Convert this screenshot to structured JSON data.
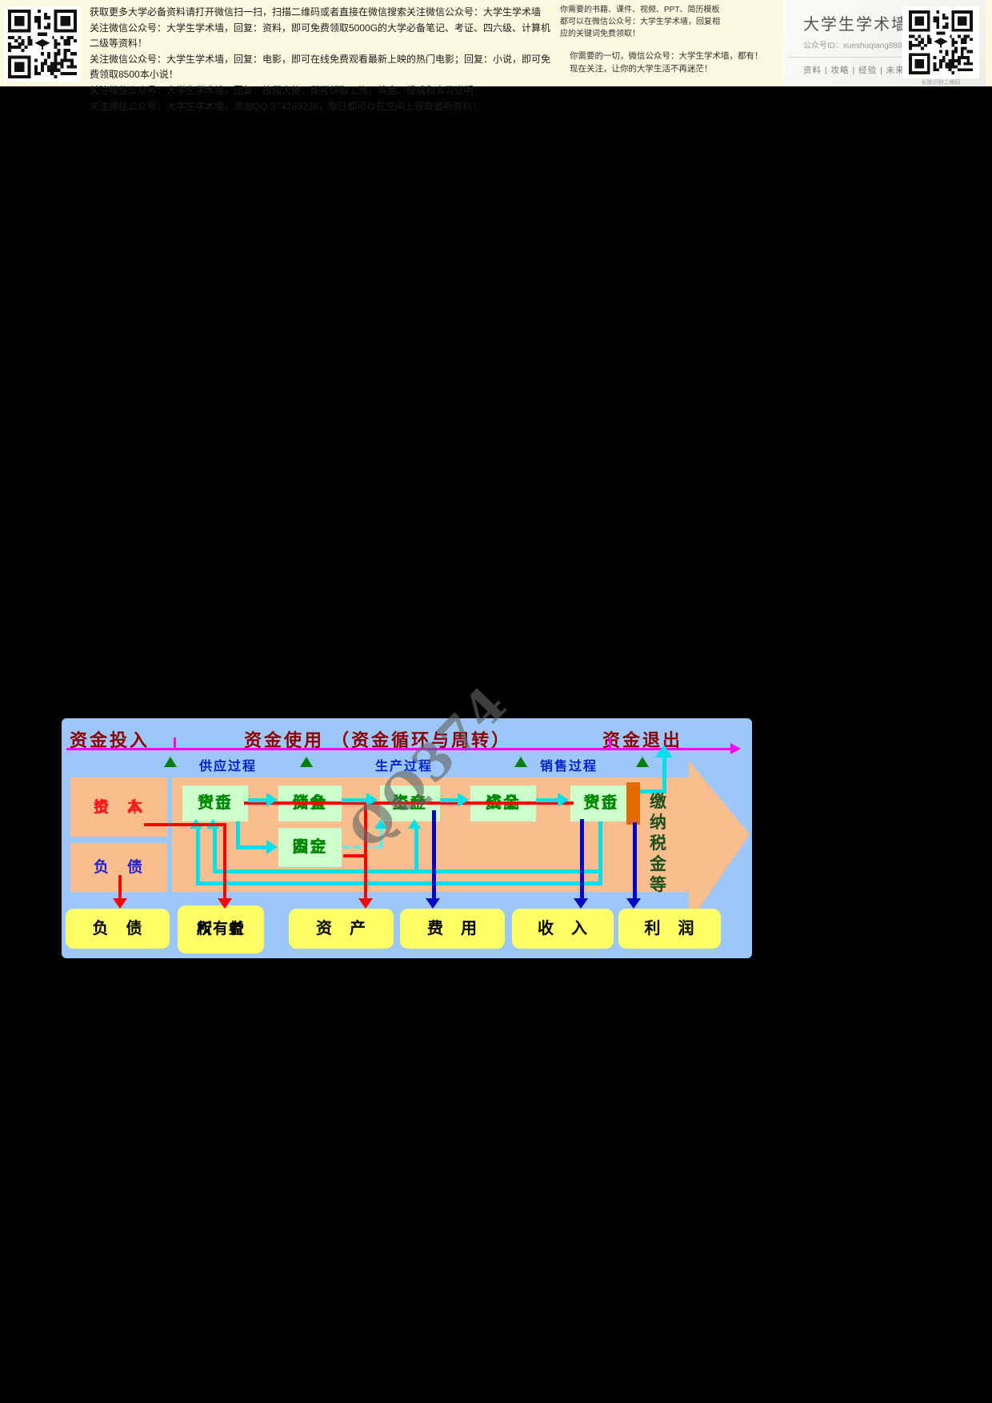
{
  "header": {
    "promo_lines": [
      "获取更多大学必备资料请打开微信扫一扫，扫描二维码或者直接在微信搜索关注微信公众号：大学生学术墙",
      "关注微信公众号：大学生学术墙，回复：资料，即可免费领取5000G的大学必备笔记、考证、四六级、计算机二级等资料！",
      "关注微信公众号：大学生学术墙，回复：电影，即可在线免费观看最新上映的热门电影；回复：小说，即可免费领取8500本小说！",
      "关注微信公众号：大学生学术墙，回复：校园大使，即可领取工资、奖金、提成和实习证明！",
      "关注微信公众号：大学生学术墙，添加QQ 374289236，每日都可以在空间上获取最新资料！"
    ],
    "notice_top": [
      "你需要的书籍、课件、视频、PPT、简历模板",
      "都可以在微信公众号：大学生学术墙，回复相",
      "应的关键词免费领取！"
    ],
    "notice_bottom": [
      "你需要的一切，微信公众号：大学生学术墙，都有！",
      "现在关注，让你的大学生活不再迷茫！"
    ],
    "card": {
      "title": "大学生学术墙",
      "id": "公众号ID：xueshuqiang8888",
      "tags": "资料 | 攻略 | 经验 | 未来",
      "qr_caption": "长按识别二维码"
    }
  },
  "watermark_text": "QQ374",
  "diagram": {
    "titles": {
      "left": "资金投入",
      "center": "资金使用 （资金循环与周转）",
      "right": "资金退出"
    },
    "processes": [
      "供应过程",
      "生产过程",
      "销售过程"
    ],
    "left_boxes": [
      {
        "line1": "投　入",
        "line2": "资　本"
      },
      {
        "line1": "负　债"
      }
    ],
    "flow_boxes": [
      {
        "line1": "货币",
        "line2": "资金"
      },
      {
        "line1": "储备",
        "line2": "资金"
      },
      {
        "line1": "生产",
        "line2": "资金"
      },
      {
        "line1": "成品",
        "line2": "资金"
      },
      {
        "line1": "货币",
        "line2": "资金"
      }
    ],
    "fixed_box": {
      "line1": "固定",
      "line2": "资金"
    },
    "tax_label": "缴纳税金等",
    "bottom_boxes": [
      {
        "line1": "负　债"
      },
      {
        "line1": "所有者",
        "line2": "权　益"
      },
      {
        "line1": "资　产"
      },
      {
        "line1": "费　用"
      },
      {
        "line1": "收　入"
      },
      {
        "line1": "利　润"
      }
    ],
    "colors": {
      "light_blue_bg": "#9cc7f8",
      "orange": "#f9be8e",
      "bar_orange": "#e56a00",
      "light_green": "#ccffcc",
      "green_text": "#008800",
      "yellow": "#ffff66",
      "dark_red_title": "#8b0000",
      "magenta": "#ff00ff",
      "process_blue": "#0022cc",
      "triangle_green": "#008000",
      "cyan": "#00e0ea",
      "red": "#ff0000",
      "dark_blue": "#0008c8"
    }
  }
}
